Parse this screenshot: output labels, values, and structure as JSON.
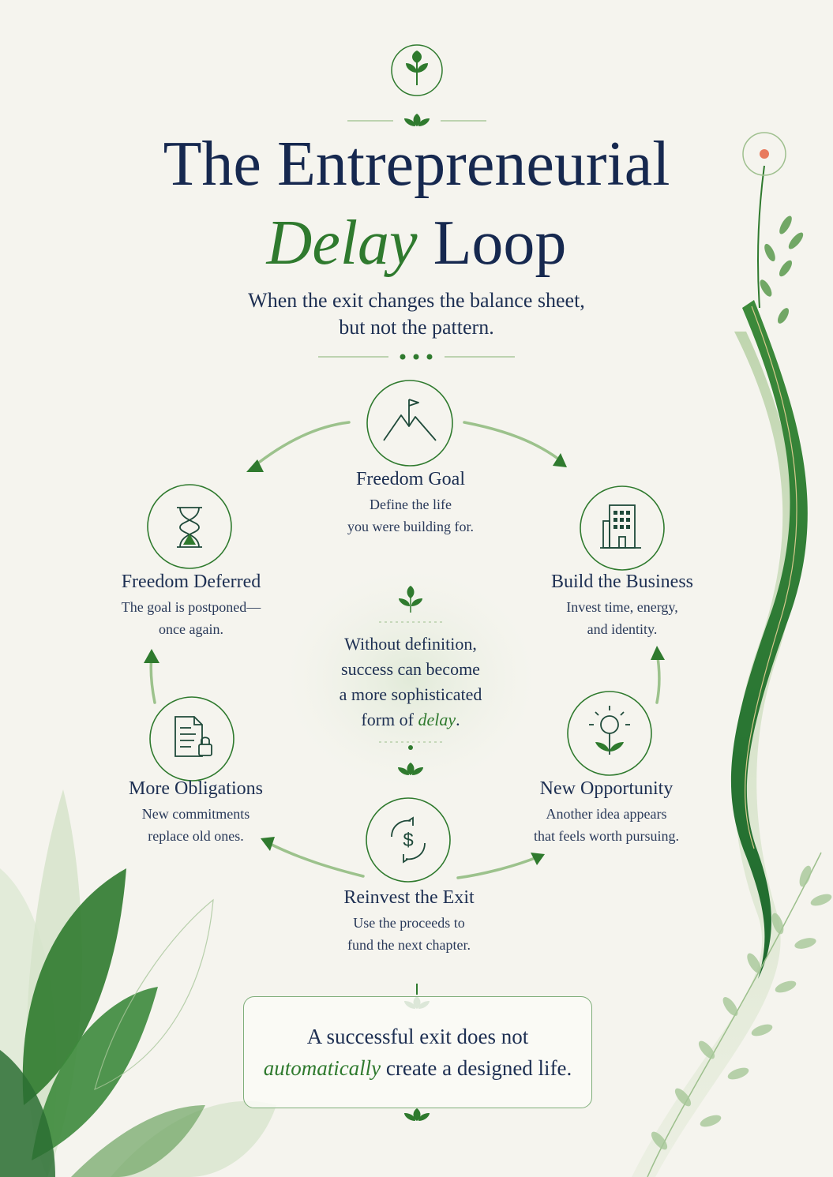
{
  "title": {
    "line1": "The Entrepreneurial",
    "line2_accent": "Delay",
    "line2_rest": " Loop"
  },
  "subtitle": {
    "line1": "When the exit changes the balance sheet,",
    "line2": "but not the pattern."
  },
  "nodes": [
    {
      "id": "freedom-goal",
      "icon": "mountain-flag-icon",
      "title": "Freedom Goal",
      "desc1": "Define the life",
      "desc2": "you were building for."
    },
    {
      "id": "build-business",
      "icon": "building-icon",
      "title": "Build the Business",
      "desc1": "Invest time, energy,",
      "desc2": "and identity."
    },
    {
      "id": "new-opportunity",
      "icon": "lightbulb-sprout-icon",
      "title": "New Opportunity",
      "desc1": "Another idea appears",
      "desc2": "that feels worth pursuing."
    },
    {
      "id": "reinvest-exit",
      "icon": "dollar-cycle-icon",
      "title": "Reinvest the Exit",
      "desc1": "Use the proceeds to",
      "desc2": "fund the next chapter."
    },
    {
      "id": "more-obligations",
      "icon": "document-lock-icon",
      "title": "More Obligations",
      "desc1": "New commitments",
      "desc2": "replace old ones."
    },
    {
      "id": "freedom-deferred",
      "icon": "hourglass-icon",
      "title": "Freedom Deferred",
      "desc1": "The goal is postponed—",
      "desc2": "once again."
    }
  ],
  "center": {
    "line1": "Without definition,",
    "line2": "success can become",
    "line3": "a more sophisticated",
    "line4_prefix": "form of ",
    "line4_accent": "delay",
    "line4_suffix": "."
  },
  "callout": {
    "line1": "A successful exit does not",
    "line2_accent": "automatically",
    "line2_rest": " create a designed life."
  },
  "colors": {
    "navy": "#16284f",
    "green": "#2f7a2e",
    "light_green": "#7fae7a",
    "background": "#f5f4ee",
    "accent_dot": "#e87a5d"
  }
}
